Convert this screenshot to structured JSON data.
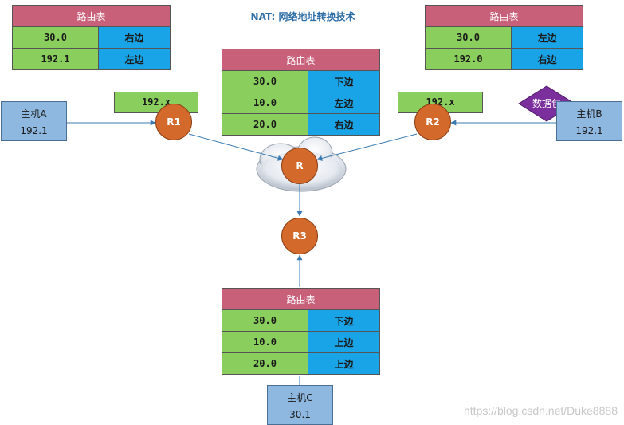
{
  "title": "NAT: 网络地址转换技术",
  "tables": {
    "left": {
      "header": "路由表",
      "rows": [
        {
          "dest": "30.0",
          "dir": "右边"
        },
        {
          "dest": "192.1",
          "dir": "左边"
        }
      ]
    },
    "center": {
      "header": "路由表",
      "rows": [
        {
          "dest": "30.0",
          "dir": "下边"
        },
        {
          "dest": "10.0",
          "dir": "左边"
        },
        {
          "dest": "20.0",
          "dir": "右边"
        }
      ]
    },
    "right": {
      "header": "路由表",
      "rows": [
        {
          "dest": "30.0",
          "dir": "左边"
        },
        {
          "dest": "192.0",
          "dir": "右边"
        }
      ]
    },
    "bottom": {
      "header": "路由表",
      "rows": [
        {
          "dest": "30.0",
          "dir": "下边"
        },
        {
          "dest": "10.0",
          "dir": "上边"
        },
        {
          "dest": "20.0",
          "dir": "上边"
        }
      ]
    }
  },
  "hosts": {
    "a": {
      "name": "主机A",
      "ip": "192.1"
    },
    "b": {
      "name": "主机B",
      "ip": "192.1"
    },
    "c": {
      "name": "主机C",
      "ip": "30.1"
    }
  },
  "addresses": {
    "r1": "192.x",
    "r2": "192.x"
  },
  "routers": {
    "r1": "R1",
    "r2": "R2",
    "r": "R",
    "r3": "R3"
  },
  "packet": "数据包",
  "watermark": "https://blog.csdn.net/Duke8888",
  "colors": {
    "table_header": "#c8607a",
    "table_dest": "#8ace5e",
    "table_dir": "#1aa4e8",
    "host": "#8fb8e0",
    "router": "#d4692c",
    "packet": "#7a2f9c",
    "link": "#3a7ab0"
  }
}
